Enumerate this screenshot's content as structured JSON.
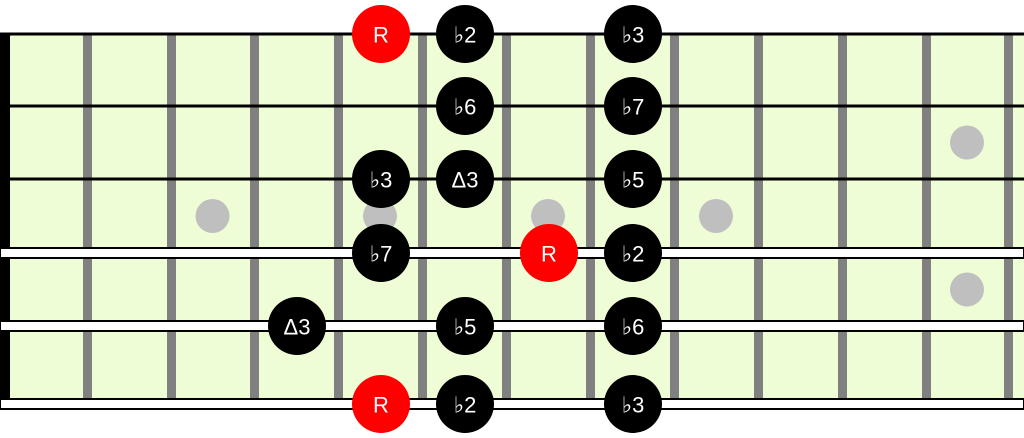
{
  "diagram": {
    "colors": {
      "board": "#eefdd5",
      "fret": "#808080",
      "nut": "#000000",
      "string_plain": "#000000",
      "string_wound": "#ffffff",
      "inlay": "#bfbfbf",
      "root": "#ff0000",
      "degree": "#000000",
      "label": "#ffffff"
    },
    "fret_count": 12,
    "inlays": [
      {
        "fret": 3,
        "between_strings": [
          3,
          4
        ]
      },
      {
        "fret": 5,
        "between_strings": [
          3,
          4
        ]
      },
      {
        "fret": 7,
        "between_strings": [
          3,
          4
        ]
      },
      {
        "fret": 9,
        "between_strings": [
          3,
          4
        ]
      },
      {
        "fret": 12,
        "between_strings": [
          2,
          3
        ]
      },
      {
        "fret": 12,
        "between_strings": [
          4,
          5
        ]
      }
    ],
    "strings": [
      {
        "string": 1,
        "notes": [
          {
            "fret": 5,
            "label": "R",
            "type": "root"
          },
          {
            "fret": 6,
            "label": "♭2",
            "type": "degree"
          },
          {
            "fret": 8,
            "label": "♭3",
            "type": "degree"
          }
        ]
      },
      {
        "string": 2,
        "notes": [
          {
            "fret": 6,
            "label": "♭6",
            "type": "degree"
          },
          {
            "fret": 8,
            "label": "♭7",
            "type": "degree"
          }
        ]
      },
      {
        "string": 3,
        "notes": [
          {
            "fret": 5,
            "label": "♭3",
            "type": "degree"
          },
          {
            "fret": 6,
            "label": "Δ3",
            "type": "degree"
          },
          {
            "fret": 8,
            "label": "♭5",
            "type": "degree"
          }
        ]
      },
      {
        "string": 4,
        "notes": [
          {
            "fret": 5,
            "label": "♭7",
            "type": "degree"
          },
          {
            "fret": 7,
            "label": "R",
            "type": "root"
          },
          {
            "fret": 8,
            "label": "♭2",
            "type": "degree"
          }
        ]
      },
      {
        "string": 5,
        "notes": [
          {
            "fret": 4,
            "label": "Δ3",
            "type": "degree"
          },
          {
            "fret": 6,
            "label": "♭5",
            "type": "degree"
          },
          {
            "fret": 8,
            "label": "♭6",
            "type": "degree"
          }
        ]
      },
      {
        "string": 6,
        "notes": [
          {
            "fret": 5,
            "label": "R",
            "type": "root"
          },
          {
            "fret": 6,
            "label": "♭2",
            "type": "degree"
          },
          {
            "fret": 8,
            "label": "♭3",
            "type": "degree"
          }
        ]
      }
    ]
  }
}
